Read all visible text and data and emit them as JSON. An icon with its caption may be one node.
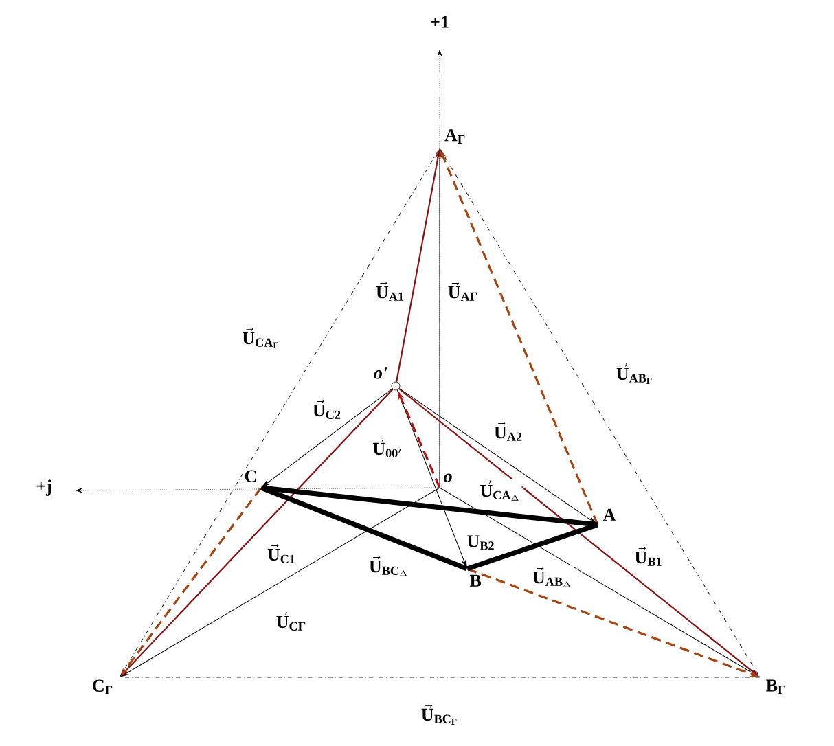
{
  "diagram": {
    "nodes": [
      {
        "text": [
          "A$_{Г}$"
        ]
      },
      {
        "text": [
          "B$_{Г}$"
        ]
      },
      {
        "text": [
          "C$_{Г}$"
        ]
      },
      {
        "text": [
          "o'"
        ]
      },
      {
        "text": [
          "o"
        ]
      },
      {
        "text": [
          "A"
        ]
      },
      {
        "text": [
          "B"
        ]
      },
      {
        "text": [
          "C"
        ]
      }
    ],
    "edges": [
      {
        "from": 4,
        "to": 0,
        "arrow": "to",
        "label": "\\vec{\\mathbf{U}}_{\\mathbf{A}\\text{Г}}"
      },
      {
        "from": 4,
        "to": 1,
        "arrow": "to"
      },
      {
        "from": 4,
        "to": 2,
        "arrow": "to",
        "label": "\\vec{\\mathbf{U}}_{\\mathbf{C}\\text{Г}}"
      },
      {
        "from": 3,
        "to": 0,
        "arrow": "to",
        "color": "#8b1010",
        "label": "\\vec{\\mathbf{U}}_{\\mathbf{A1}}"
      },
      {
        "from": 3,
        "to": 1,
        "arrow": "to",
        "color": "#8b1010",
        "label": "\\vec{\\mathbf{U}}_{\\mathbf{B1}}"
      },
      {
        "from": 3,
        "to": 2,
        "arrow": "to",
        "color": "#8b1010",
        "label": "\\vec{\\mathbf{U}}_{\\mathbf{C1}}"
      },
      {
        "from": 3,
        "to": 5,
        "arrow": "to",
        "label": "\\vec{\\mathbf{U}}_{\\mathbf{A2}}"
      },
      {
        "from": 3,
        "to": 6,
        "arrow": "to",
        "label": "\\mathbf{U}_{\\mathbf{B2}}"
      },
      {
        "from": 3,
        "to": 7,
        "arrow": "to",
        "label": "\\vec{\\mathbf{U}}_{\\mathbf{C2}}"
      },
      {
        "from": 4,
        "to": 3,
        "arrow": "to",
        "style": "dashed",
        "color": "#b01010",
        "label": "\\vec{\\mathbf{U}}_{\\mathbf{00'}}"
      },
      {
        "from": 5,
        "to": 0,
        "arrow": "to",
        "style": "dashed",
        "color": "#a84410"
      },
      {
        "from": 6,
        "to": 1,
        "arrow": "to",
        "style": "dashed",
        "color": "#a84410"
      },
      {
        "from": 7,
        "to": 2,
        "arrow": "to",
        "style": "dashed",
        "color": "#a84410"
      },
      {
        "from": 7,
        "to": 5,
        "arrow": "none",
        "style": "thick",
        "label": "\\vec{\\mathbf{U}}_{\\mathbf{CA}_{\\Delta}}"
      },
      {
        "from": 5,
        "to": 6,
        "arrow": "none",
        "style": "thick",
        "label": "\\vec{\\mathbf{U}}_{\\mathbf{AB}_{\\Delta}}"
      },
      {
        "from": 6,
        "to": 7,
        "arrow": "none",
        "style": "thick",
        "label": "\\vec{\\mathbf{U}}_{\\mathbf{BC}_{\\Delta}}"
      },
      {
        "from": 0,
        "to": 1,
        "arrow": "none",
        "style": "dashed",
        "color": "#202020",
        "label": "\\vec{\\mathbf{U}}_{\\mathbf{AB}_{\\text{Г}}}"
      },
      {
        "from": 1,
        "to": 2,
        "arrow": "none",
        "style": "dashed",
        "color": "#202020",
        "label": "\\vec{\\mathbf{U}}_{\\mathbf{BC}_{\\text{Г}}}"
      },
      {
        "from": 2,
        "to": 0,
        "arrow": "none",
        "style": "dashed",
        "color": "#202020",
        "label": "\\vec{\\mathbf{U}}_{\\mathbf{CA}_{\\text{Г}}}"
      }
    ],
    "labels": [
      "+1",
      "+j"
    ]
  }
}
